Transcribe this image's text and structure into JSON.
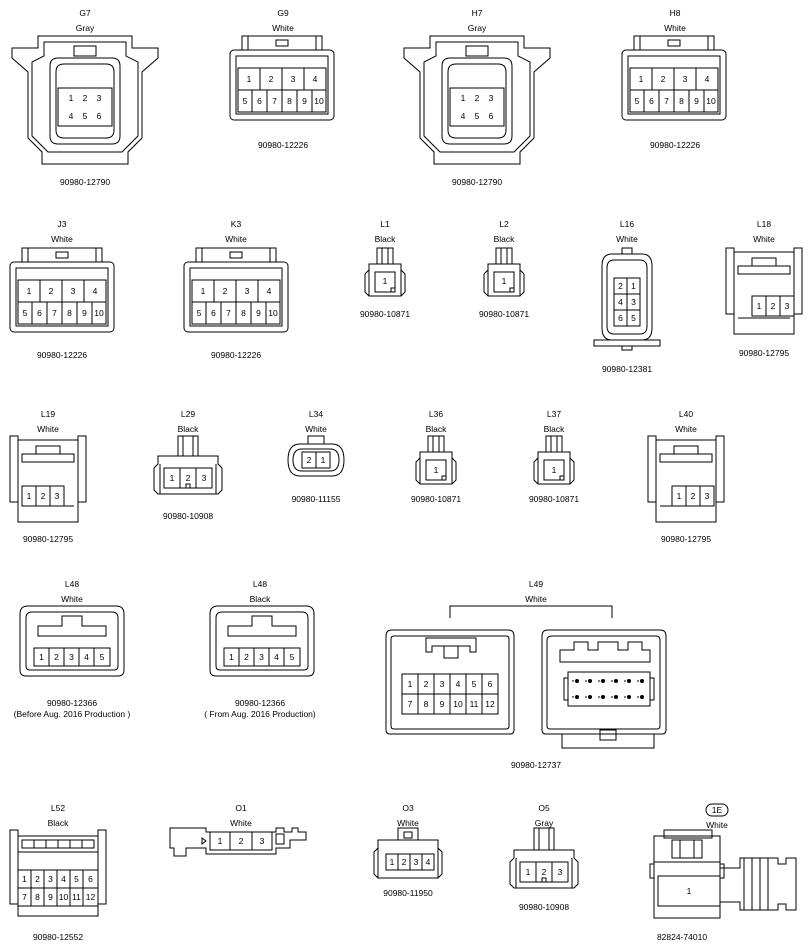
{
  "connectors": {
    "G7": {
      "id": "G7",
      "color": "Gray",
      "part": "90980-12790",
      "pins": [
        "1",
        "2",
        "3",
        "4",
        "5",
        "6"
      ]
    },
    "G9": {
      "id": "G9",
      "color": "White",
      "part": "90980-12226",
      "pins": [
        "1",
        "2",
        "3",
        "4",
        "5",
        "6",
        "7",
        "8",
        "9",
        "10"
      ]
    },
    "H7": {
      "id": "H7",
      "color": "Gray",
      "part": "90980-12790",
      "pins": [
        "1",
        "2",
        "3",
        "4",
        "5",
        "6"
      ]
    },
    "H8": {
      "id": "H8",
      "color": "White",
      "part": "90980-12226",
      "pins": [
        "1",
        "2",
        "3",
        "4",
        "5",
        "6",
        "7",
        "8",
        "9",
        "10"
      ]
    },
    "J3": {
      "id": "J3",
      "color": "White",
      "part": "90980-12226",
      "pins": [
        "1",
        "2",
        "3",
        "4",
        "5",
        "6",
        "7",
        "8",
        "9",
        "10"
      ]
    },
    "K3": {
      "id": "K3",
      "color": "White",
      "part": "90980-12226",
      "pins": [
        "1",
        "2",
        "3",
        "4",
        "5",
        "6",
        "7",
        "8",
        "9",
        "10"
      ]
    },
    "L1": {
      "id": "L1",
      "color": "Black",
      "part": "90980-10871",
      "pins": [
        "1"
      ]
    },
    "L2": {
      "id": "L2",
      "color": "Black",
      "part": "90980-10871",
      "pins": [
        "1"
      ]
    },
    "L16": {
      "id": "L16",
      "color": "White",
      "part": "90980-12381",
      "pins": [
        "2",
        "1",
        "4",
        "3",
        "6",
        "5"
      ]
    },
    "L18": {
      "id": "L18",
      "color": "White",
      "part": "90980-12795",
      "pins": [
        "1",
        "2",
        "3"
      ]
    },
    "L19": {
      "id": "L19",
      "color": "White",
      "part": "90980-12795",
      "pins": [
        "1",
        "2",
        "3"
      ]
    },
    "L29": {
      "id": "L29",
      "color": "Black",
      "part": "90980-10908",
      "pins": [
        "1",
        "2",
        "3"
      ]
    },
    "L34": {
      "id": "L34",
      "color": "White",
      "part": "90980-11155",
      "pins": [
        "2",
        "1"
      ]
    },
    "L36": {
      "id": "L36",
      "color": "Black",
      "part": "90980-10871",
      "pins": [
        "1"
      ]
    },
    "L37": {
      "id": "L37",
      "color": "Black",
      "part": "90980-10871",
      "pins": [
        "1"
      ]
    },
    "L40": {
      "id": "L40",
      "color": "White",
      "part": "90980-12795",
      "pins": [
        "1",
        "2",
        "3"
      ]
    },
    "L48a": {
      "id": "L48",
      "color": "White",
      "part": "90980-12366",
      "note": "(Before Aug. 2016 Production )",
      "pins": [
        "1",
        "2",
        "3",
        "4",
        "5"
      ]
    },
    "L48b": {
      "id": "L48",
      "color": "Black",
      "part": "90980-12366",
      "note": "( From Aug. 2016 Production)",
      "pins": [
        "1",
        "2",
        "3",
        "4",
        "5"
      ]
    },
    "L49": {
      "id": "L49",
      "color": "White",
      "part": "90980-12737",
      "pins": [
        "1",
        "2",
        "3",
        "4",
        "5",
        "6",
        "7",
        "8",
        "9",
        "10",
        "11",
        "12"
      ]
    },
    "L52": {
      "id": "L52",
      "color": "Black",
      "part": "90980-12552",
      "pins": [
        "1",
        "2",
        "3",
        "4",
        "5",
        "6",
        "7",
        "8",
        "9",
        "10",
        "11",
        "12"
      ]
    },
    "O1": {
      "id": "O1",
      "color": "White",
      "part": "",
      "pins": [
        "1",
        "2",
        "3"
      ]
    },
    "O3": {
      "id": "O3",
      "color": "White",
      "part": "90980-11950",
      "pins": [
        "1",
        "2",
        "3",
        "4"
      ]
    },
    "O5": {
      "id": "O5",
      "color": "Gray",
      "part": "90980-10908",
      "pins": [
        "1",
        "2",
        "3"
      ]
    },
    "1E": {
      "id": "1E",
      "color": "White",
      "part": "82824-74010",
      "pins": [
        "1"
      ]
    }
  }
}
